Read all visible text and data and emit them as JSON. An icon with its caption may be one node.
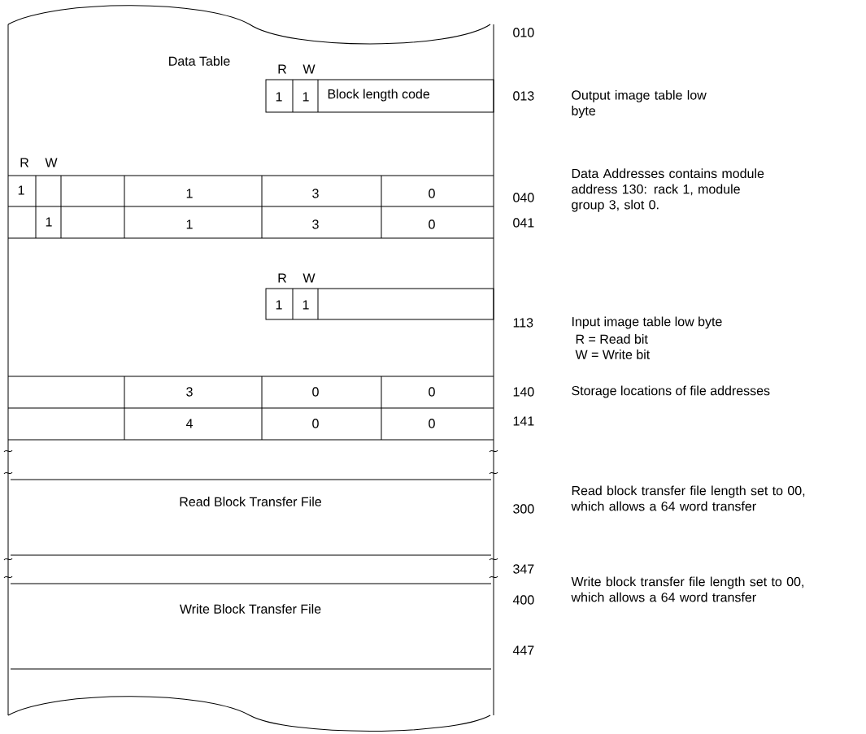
{
  "diagram": {
    "nodes": [
      {
        "text": [
          "Data Table"
        ]
      },
      {
        "text": [
          "Read Block Transfer File"
        ],
        "in": 0
      },
      {
        "text": [
          "Write Block Transfer File"
        ],
        "in": 0
      }
    ],
    "labels": [
      "010",
      "R",
      "W",
      "1",
      "1",
      "Block length code",
      "013",
      "Output image table low byte",
      "R",
      "W",
      "Data Addresses contains module address 130: rack 1, module group 3, slot 0.",
      "1",
      "1",
      "3",
      "0",
      "040",
      "1",
      "1",
      "3",
      "0",
      "041",
      "R",
      "W",
      "1",
      "1",
      "113",
      "Input image table low byte",
      "R = Read bit",
      "W = Write bit",
      "3",
      "0",
      "0",
      "140",
      "Storage locations of file addresses",
      "4",
      "0",
      "0",
      "141",
      "300",
      "Read block transfer file length set to 00, which allows a 64 word transfer",
      "347",
      "400",
      "Write block transfer file length set to 00, which allows a 64 word transfer",
      "447"
    ]
  }
}
